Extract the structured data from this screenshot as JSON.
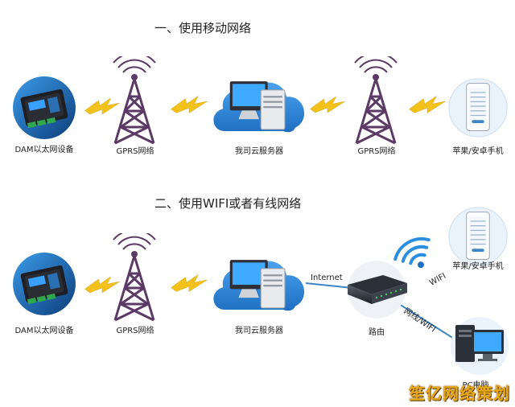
{
  "sections": [
    {
      "title": "一、使用移动网络",
      "nodes": [
        {
          "label": "DAM以太网设备"
        },
        {
          "label": "GPRS网络"
        },
        {
          "label": "我司云服务器"
        },
        {
          "label": "GPRS网络"
        },
        {
          "label": "苹果/安卓手机"
        }
      ]
    },
    {
      "title": "二、使用WIFI或者有线网络",
      "nodes": [
        {
          "label": "DAM以太网设备"
        },
        {
          "label": "GPRS网络"
        },
        {
          "label": "我司云服务器"
        },
        {
          "label": "路由"
        },
        {
          "label": "苹果/安卓手机"
        },
        {
          "label": "PC电脑"
        }
      ],
      "links": {
        "internet": "Internet",
        "wifi": "WIFI",
        "wired": "网线/WIFI"
      }
    }
  ],
  "colors": {
    "cloud": "#2a7fd4",
    "tower": "#5b3a66",
    "lightning": "#f3c21a",
    "line": "#3d85c6",
    "device": "#1f6fc2"
  },
  "watermark": "笙亿网络策划"
}
